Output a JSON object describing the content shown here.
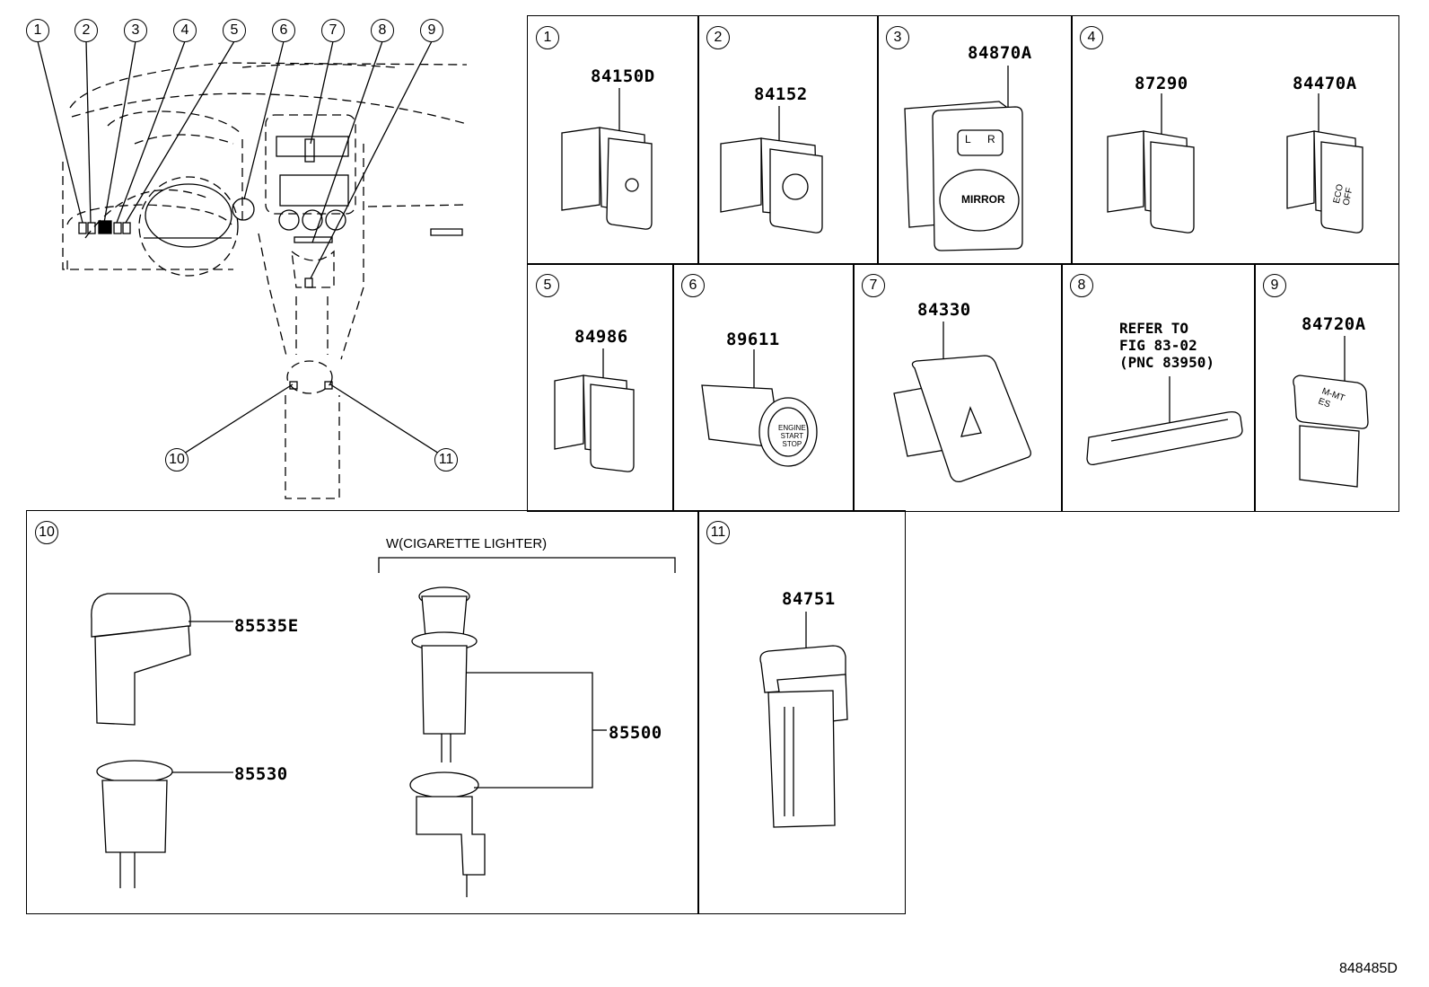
{
  "callouts": [
    "1",
    "2",
    "3",
    "4",
    "5",
    "6",
    "7",
    "8",
    "9",
    "10",
    "11"
  ],
  "parts": {
    "p1": "84150D",
    "p2": "84152",
    "p3": "84870A",
    "p4a": "87290",
    "p4b": "84470A",
    "p5": "84986",
    "p6": "89611",
    "p7": "84330",
    "p9": "84720A",
    "p10a": "85535E",
    "p10b": "85530",
    "p10c": "85500",
    "p11": "84751"
  },
  "refer_note": "REFER TO\nFIG 83-02\n(PNC 83950)",
  "lighter_label": "W(CIGARETTE LIGHTER)",
  "switch_text": {
    "mirror": "MIRROR",
    "mirror_l": "L",
    "mirror_r": "R",
    "eco_off": "ECO\nOFF",
    "start_stop": "ENGINE\nSTART\nSTOP",
    "ms_es": "M-MT\nES"
  },
  "diagram_id": "848485D"
}
